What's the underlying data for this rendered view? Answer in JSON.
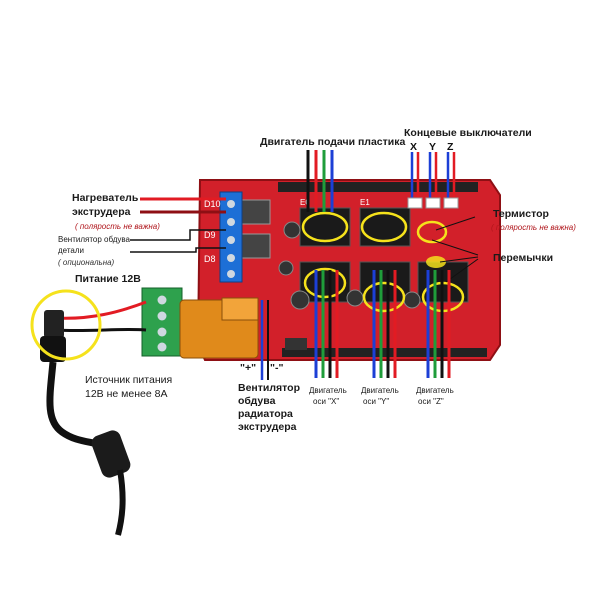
{
  "labels": {
    "filament_motor": "Двигатель подачи пластика",
    "endstops": "Концевые выключатели",
    "endstop_x": "X",
    "endstop_y": "Y",
    "endstop_z": "Z",
    "heater_line1": "Нагреватель",
    "heater_line2": "экструдера",
    "heater_note": "( полярость не важна)",
    "fan_line1": "Вентилятор обдува",
    "fan_line2": "детали",
    "fan_note": "( опциональна)",
    "thermistor": "Термистор",
    "thermistor_note": "( полярость не важна)",
    "jumpers": "Перемычки",
    "power": "Питание 12В",
    "psu_line1": "Источник питания",
    "psu_line2": "12В не менее 8А",
    "plus": "\"+\"",
    "minus": "\"-\"",
    "rad_fan_line1": "Вентилятор",
    "rad_fan_line2": "обдува",
    "rad_fan_line3": "радиатора",
    "rad_fan_line4": "экструдера",
    "motor_x_line1": "Двигатель",
    "motor_x_line2": "оси \"X\"",
    "motor_y_line1": "Двигатель",
    "motor_y_line2": "оси \"Y\"",
    "motor_z_line1": "Двигатель",
    "motor_z_line2": "оси \"Z\""
  },
  "board": {
    "pin_labels": [
      "D10",
      "D9",
      "D8"
    ],
    "slot_labels": [
      "E0",
      "E1"
    ]
  },
  "colors": {
    "board_red": "#d2202a",
    "board_dark": "#8e0f14",
    "terminal_blue": "#1d6fd6",
    "terminal_green": "#2ea14d",
    "wire_red": "#e21b23",
    "wire_blue": "#1c3fd6",
    "wire_green": "#1f9d3a",
    "wire_black": "#111111",
    "wire_white": "#dddddd",
    "highlight_yellow": "#f5e21c",
    "fuse_orange": "#e08a1b"
  }
}
